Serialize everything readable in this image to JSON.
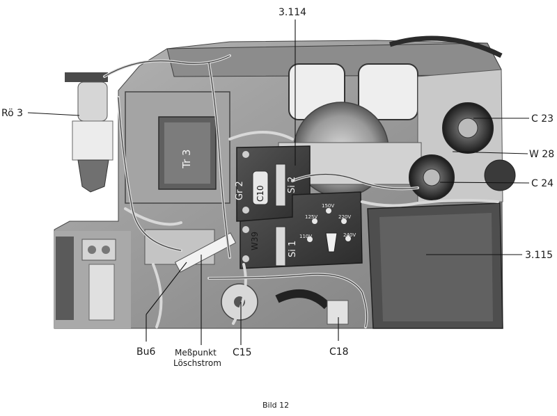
{
  "labels": {
    "ro3": "Rö 3",
    "ref_3114": "3.114",
    "c23": "C 23",
    "w28": "W 28",
    "c24": "C 24",
    "ref_3115": "3.115",
    "bu6": "Bu6",
    "messpunkt_line1": "Meßpunkt",
    "messpunkt_line2": "Löschstrom",
    "c15": "C15",
    "c18": "C18"
  },
  "components": {
    "tr3": "Tr 3",
    "gr2": "Gr 2",
    "c10": "C10",
    "si2": "Si 2",
    "si1": "Si 1",
    "w39": "W39"
  },
  "voltage_selector": {
    "v125": "125V",
    "v150": "150V",
    "v220": "220V",
    "v110": "110V",
    "v240": "240V"
  },
  "caption": "Bild 12",
  "colors": {
    "photo_bg": "#9a9a9a",
    "pcb": "#3a3a3a",
    "ink": "#111111"
  }
}
